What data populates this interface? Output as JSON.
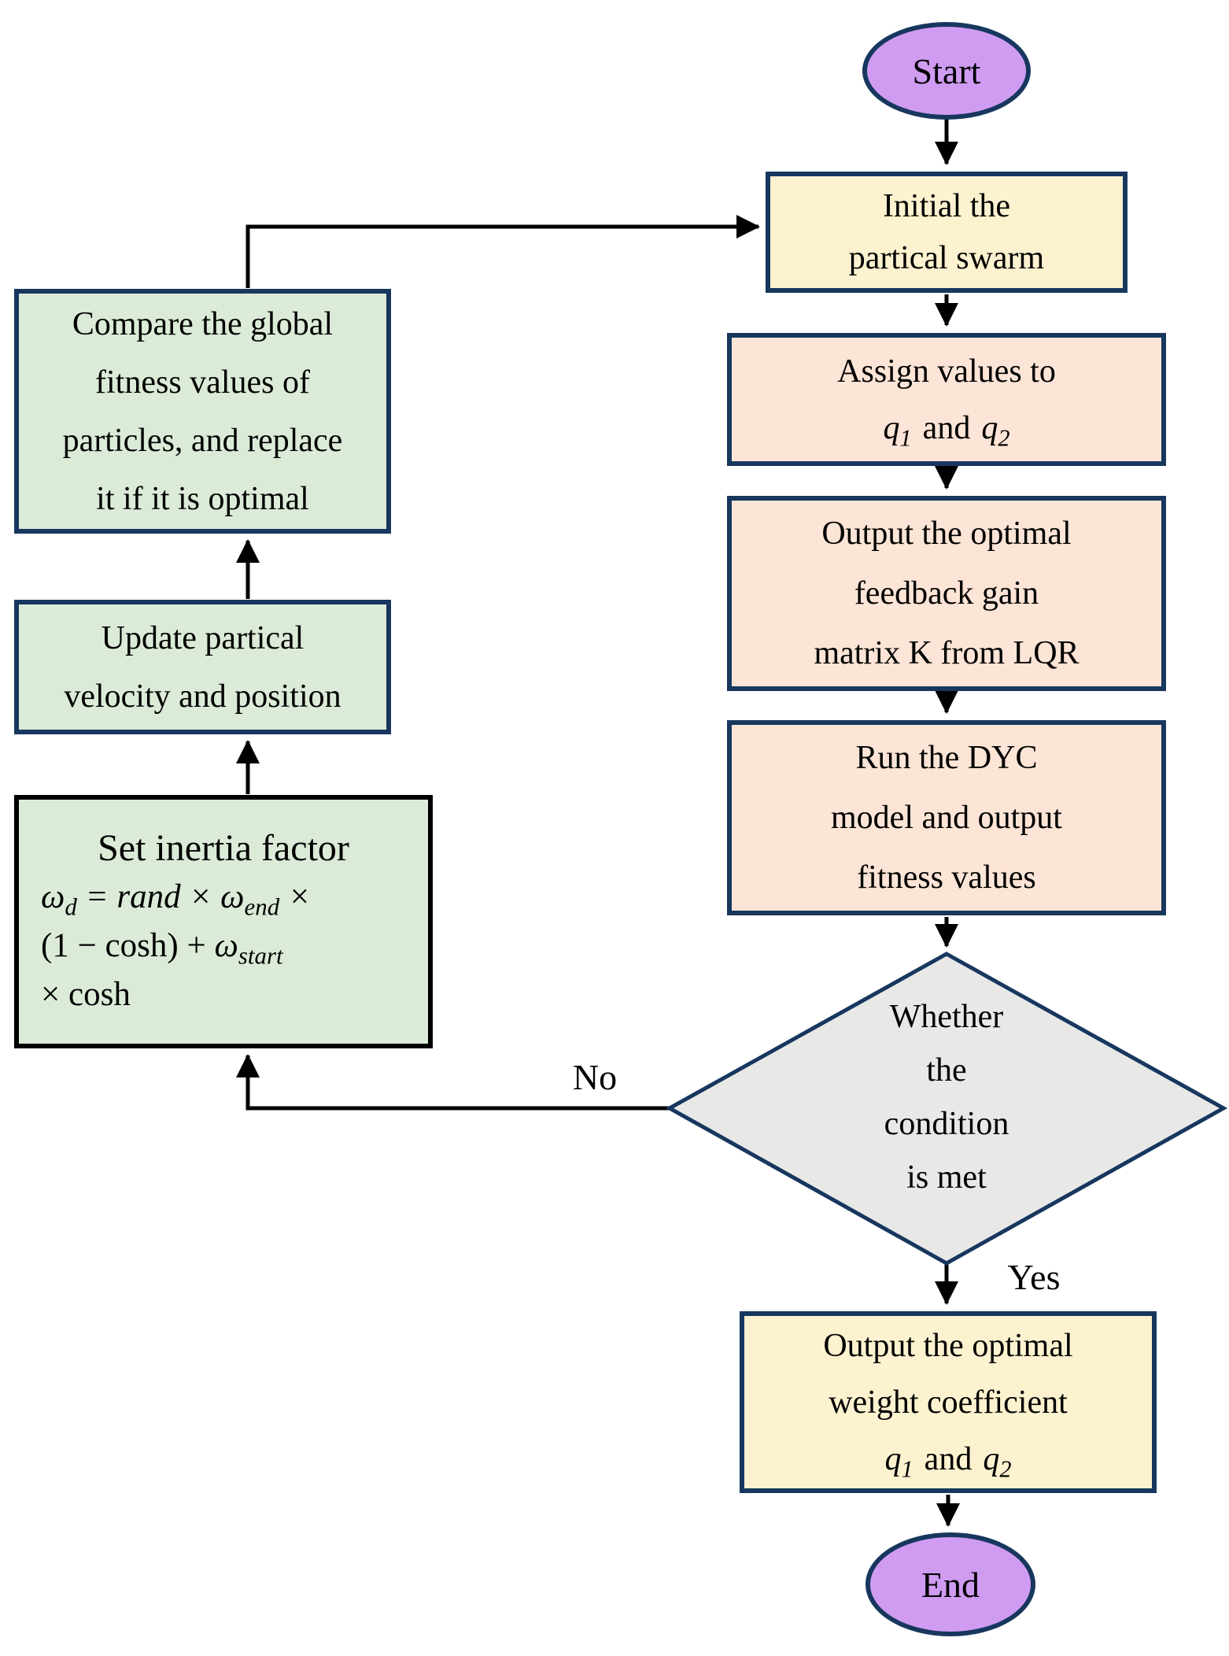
{
  "flowchart": {
    "colors": {
      "border_navy": "#17375E",
      "border_black": "#000000",
      "terminal_purple": "#D09CF2",
      "process_yellow": "#FCF2CF",
      "process_peach": "#FCE4D6",
      "process_green": "#DCEBD8",
      "decision_gray": "#E8E8E7",
      "line_black": "#000000"
    },
    "start": {
      "label": "Start"
    },
    "initial": {
      "line1": "Initial the",
      "line2": "partical swarm"
    },
    "assign": {
      "line1": "Assign values to",
      "q": "q",
      "sub1": "1",
      "and": "and",
      "sub2": "2"
    },
    "feedback": {
      "line1": "Output the optimal",
      "line2": "feedback gain",
      "line3": "matrix K from LQR"
    },
    "run": {
      "line1": "Run the DYC",
      "line2": "model and output",
      "line3": "fitness values"
    },
    "decision": {
      "line1": "Whether",
      "line2": "the",
      "line3": "condition",
      "line4": "is met"
    },
    "yes_label": "Yes",
    "no_label": "No",
    "outweight": {
      "line1": "Output the optimal",
      "line2": "weight coefficient",
      "q": "q",
      "sub1": "1",
      "and": "and",
      "sub2": "2"
    },
    "end": {
      "label": "End"
    },
    "compare": {
      "line1": "Compare the global",
      "line2": "fitness values of",
      "line3": "particles, and replace",
      "line4": "it if it is optimal"
    },
    "update": {
      "line1": "Update partical",
      "line2": "velocity and position"
    },
    "set": {
      "title": "Set inertia factor",
      "formula1_omega": "ω",
      "formula1_sub": "d",
      "formula1_mid": " = rand × ω",
      "formula1_sub2": "end",
      "formula1_end": " ×",
      "formula2_pre": "(1 − cosh) + ",
      "formula2_omega": "ω",
      "formula2_sub": "start",
      "formula3": "× cosh"
    }
  }
}
